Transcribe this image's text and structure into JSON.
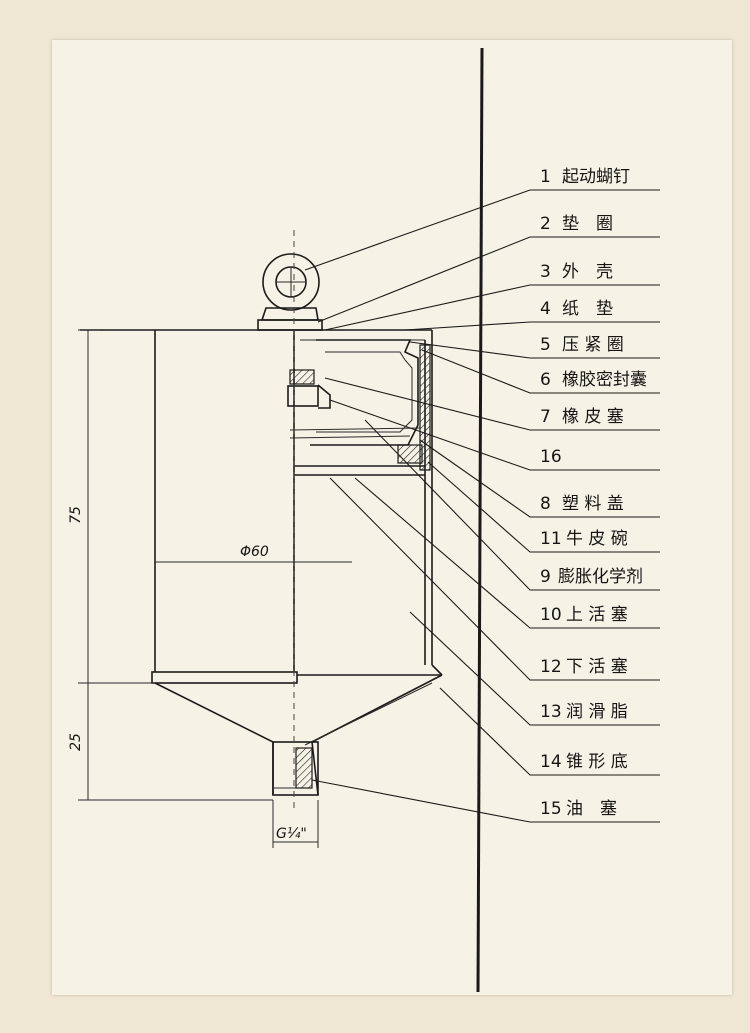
{
  "callouts": [
    {
      "num": "1",
      "text": "起动蝴钉"
    },
    {
      "num": "2",
      "text": "垫　圈"
    },
    {
      "num": "3",
      "text": "外　壳"
    },
    {
      "num": "4",
      "text": "纸　垫"
    },
    {
      "num": "5",
      "text": "压 紧 圈"
    },
    {
      "num": "6",
      "text": "橡胶密封囊"
    },
    {
      "num": "7",
      "text": "橡 皮 塞"
    },
    {
      "num": "16",
      "text": ""
    },
    {
      "num": "8",
      "text": "塑 料 盖"
    },
    {
      "num": "11",
      "text": "牛 皮 碗"
    },
    {
      "num": "9",
      "text": "膨胀化学剂"
    },
    {
      "num": "10",
      "text": "上 活 塞"
    },
    {
      "num": "12",
      "text": "下 活 塞"
    },
    {
      "num": "13",
      "text": "润 滑 脂"
    },
    {
      "num": "14",
      "text": "锥 形 底"
    },
    {
      "num": "15",
      "text": "油　塞"
    }
  ],
  "dimensions": {
    "diameter": "Φ60",
    "height_main": "75",
    "height_cone": "25",
    "thread": "G¼\""
  }
}
